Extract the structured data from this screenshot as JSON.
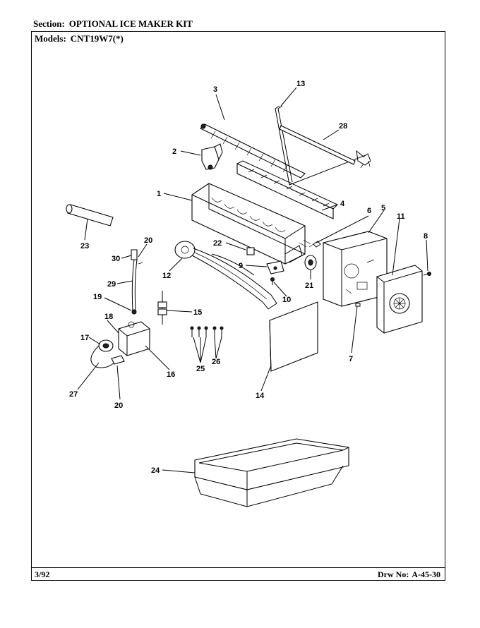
{
  "header": {
    "section_label": "Section:",
    "section_value": "OPTIONAL ICE MAKER KIT",
    "models_label": "Models:",
    "models_value": "CNT19W7(*)"
  },
  "footer": {
    "date": "3/92",
    "drawing_label": "Drw No:",
    "drawing_number": "A-45-30"
  },
  "callouts": [
    "1",
    "2",
    "3",
    "4",
    "5",
    "6",
    "7",
    "8",
    "9",
    "10",
    "11",
    "12",
    "13",
    "14",
    "15",
    "16",
    "17",
    "18",
    "19",
    "20",
    "21",
    "22",
    "23",
    "24",
    "25",
    "26",
    "27",
    "28",
    "29",
    "30",
    "20"
  ]
}
